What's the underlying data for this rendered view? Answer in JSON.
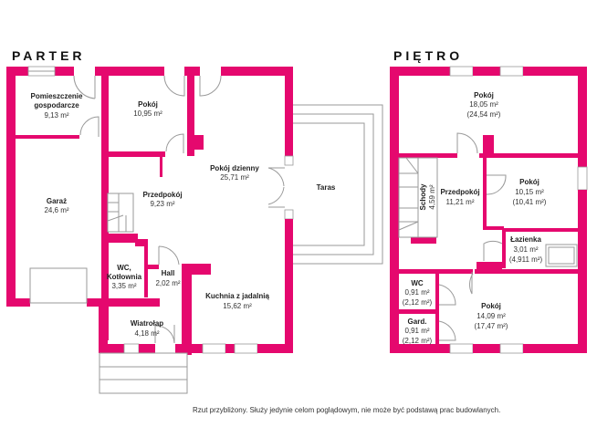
{
  "colors": {
    "wall": "#e5086e",
    "outline": "#9a9a9a",
    "text": "#222222"
  },
  "ground_floor": {
    "title": "PARTER",
    "rooms": [
      {
        "name": "Pomieszczenie",
        "name2": "gospodarcze",
        "area": "9,13 m²"
      },
      {
        "name": "Pokój",
        "area": "10,95 m²"
      },
      {
        "name": "Pokój dzienny",
        "area": "25,71 m²"
      },
      {
        "name": "Garaż",
        "area": "24,6 m²"
      },
      {
        "name": "Przedpokój",
        "area": "9,23 m²"
      },
      {
        "name": "WC,",
        "name2": "Kotłownia",
        "area": "3,35 m²"
      },
      {
        "name": "Hall",
        "area": "2,02 m²"
      },
      {
        "name": "Kuchnia z jadalnią",
        "area": "15,62 m²"
      },
      {
        "name": "Wiatrołap",
        "area": "4,18 m²"
      },
      {
        "name": "Taras"
      }
    ]
  },
  "first_floor": {
    "title": "PIĘTRO",
    "rooms": [
      {
        "name": "Pokój",
        "area": "18,05 m²",
        "area_total": "(24,54 m²)"
      },
      {
        "name": "Schody",
        "area": "4,59 m²"
      },
      {
        "name": "Przedpokój",
        "area": "11,21 m²"
      },
      {
        "name": "Pokój",
        "area": "10,15 m²",
        "area_total": "(10,41 m²)"
      },
      {
        "name": "Łazienka",
        "area": "3,01 m²",
        "area_total": "(4,911 m²)"
      },
      {
        "name": "WC",
        "area": "0,91 m²",
        "area_total": "(2,12 m²)"
      },
      {
        "name": "Gard.",
        "area": "0,91 m²",
        "area_total": "(2,12 m²)"
      },
      {
        "name": "Pokój",
        "area": "14,09 m²",
        "area_total": "(17,47 m²)"
      }
    ]
  },
  "disclaimer": "Rzut przybliżony. Służy jedynie celom poglądowym, nie może być podstawą prac budowlanych."
}
